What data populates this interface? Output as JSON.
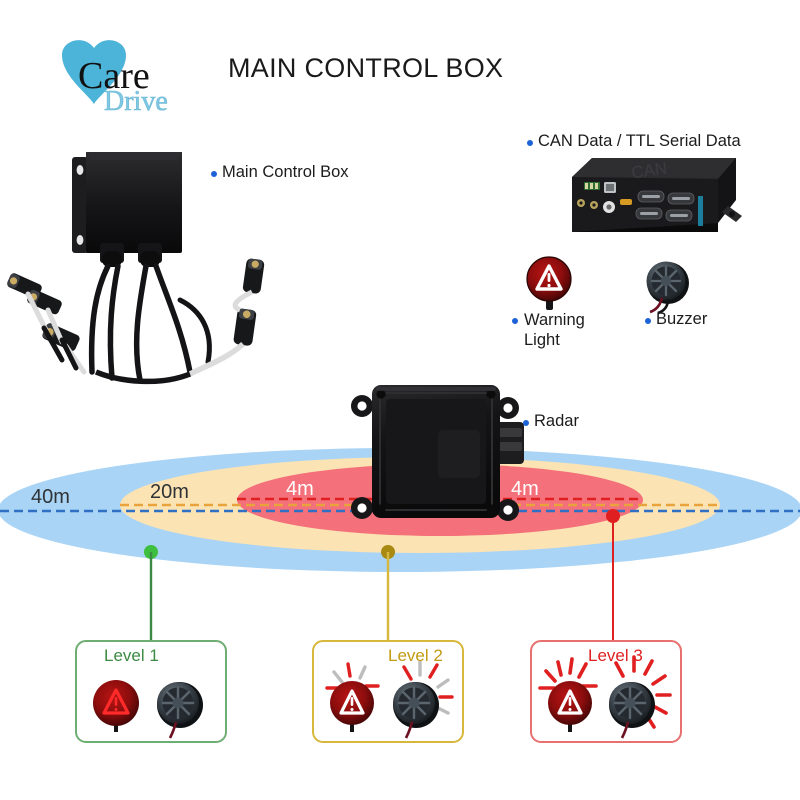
{
  "page": {
    "title": "MAIN CONTROL BOX",
    "background": "#ffffff"
  },
  "logo": {
    "primary_text": "Care",
    "secondary_text": "Drive",
    "heart_color": "#4cb3d9",
    "primary_color": "#111111",
    "secondary_color": "#4cb3d9"
  },
  "callouts": [
    {
      "id": "main-control-box",
      "label": "Main Control Box",
      "bullet_color": "#1d62d6"
    },
    {
      "id": "can-data",
      "label": "CAN Data / TTL Serial Data",
      "bullet_color": "#1d62d6"
    },
    {
      "id": "warning-light",
      "label": "Warning\nLight",
      "bullet_color": "#1d62d6"
    },
    {
      "id": "buzzer",
      "label": "Buzzer",
      "bullet_color": "#1d62d6"
    },
    {
      "id": "radar",
      "label": "Radar",
      "bullet_color": "#1d62d6"
    }
  ],
  "devices": {
    "can_box_marking": "CAN",
    "main_control_box_name": "Main Control Box",
    "radar_name": "Radar",
    "warning_light_name": "Warning Light",
    "buzzer_name": "Buzzer"
  },
  "detection_zones": {
    "outer": {
      "label": "40m",
      "color": "#a9d4f5",
      "text_color": "#2f3336",
      "dash_color": "#2f6fc4"
    },
    "middle": {
      "label": "20m",
      "color": "#fbe3b4",
      "text_color": "#2f3336",
      "dash_color": "#e8a33d"
    },
    "inner_left": {
      "label": "4m",
      "color": "#f4707a",
      "text_color": "#ffffff",
      "dash_color": "#e02020"
    },
    "inner_right": {
      "label": "4m",
      "color": "#f4707a",
      "text_color": "#ffffff",
      "dash_color": "#e02020"
    }
  },
  "levels": [
    {
      "id": "level-1",
      "label": "Level 1",
      "color": "#3c8a43",
      "border_color": "#6fae72",
      "marker_color": "#3fbf3f",
      "alert_intensity": "none",
      "ray_colors": []
    },
    {
      "id": "level-2",
      "label": "Level 2",
      "color": "#c19a12",
      "border_color": "#d7b83c",
      "marker_color": "#a88a10",
      "alert_intensity": "medium",
      "ray_colors": [
        "#e02020",
        "#b9b9b9"
      ]
    },
    {
      "id": "level-3",
      "label": "Level 3",
      "color": "#e02020",
      "border_color": "#e8706e",
      "marker_color": "#e02020",
      "alert_intensity": "high",
      "ray_colors": [
        "#e02020"
      ]
    }
  ],
  "cables": {
    "color": "#1a1a1a",
    "glow_color": "#2ec8f0"
  }
}
